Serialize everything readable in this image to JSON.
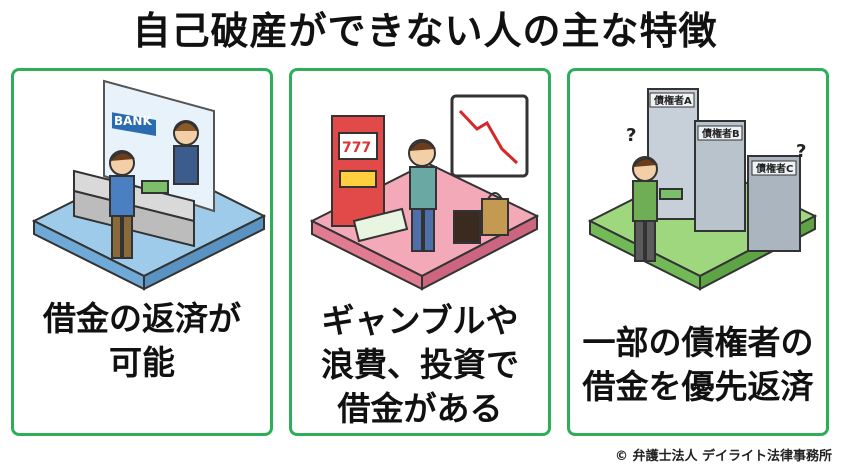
{
  "title": "自己破産ができない人の主な特徴",
  "cards": [
    {
      "caption_lines": [
        "借金の返済が",
        "可能"
      ],
      "bank_sign": "BANK"
    },
    {
      "caption_lines": [
        "ギャンブルや",
        "浪費、投資で",
        "借金がある"
      ]
    },
    {
      "caption_lines": [
        "一部の債権者の",
        "借金を優先返済"
      ],
      "building_labels": [
        "債権者A",
        "債権者B",
        "債権者C"
      ]
    }
  ],
  "copyright": "© 弁護士法人 デイライト法律事務所",
  "colors": {
    "border": "#2fae5a",
    "blue_base": "#9ecbea",
    "pink_base": "#f4a9b8",
    "green_base": "#9fd77e"
  }
}
